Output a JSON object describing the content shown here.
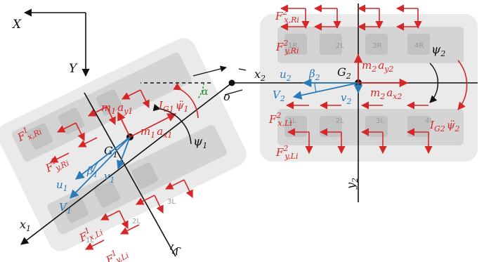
{
  "colors": {
    "force": "#d62728",
    "velocity": "#2a7ab8",
    "axis": "#111111",
    "angle_alpha": "#2e8b3a",
    "vehicle_body": "#cfcfcf"
  },
  "frame": {
    "x_axis": "X",
    "y_axis": "Y"
  },
  "unit1": {
    "center": "G",
    "center_sub": "1",
    "x_axis": "x",
    "x_axis_sub": "1",
    "y_axis": "y",
    "y_axis_sub": "1",
    "lon_velocity": "u",
    "lon_velocity_sub": "1",
    "lat_velocity": "v",
    "lat_velocity_sub": "1",
    "velocity": "V",
    "velocity_sub": "1",
    "slip_angle": "β",
    "slip_angle_sub": "1",
    "yaw_angle": "ψ",
    "yaw_angle_sub": "1",
    "inertia_moment": "I",
    "inertia_moment_sub": "G1",
    "inertia_moment_acc": "ψ̈",
    "inertia_moment_acc_sub": "1",
    "lat_inertia": "m",
    "lat_inertia_sub": "1",
    "lat_inertia_acc": "a",
    "lat_inertia_acc_sub": "y1",
    "lon_inertia": "m",
    "lon_inertia_sub": "1",
    "lon_inertia_acc": "a",
    "lon_inertia_acc_sub": "x1",
    "force_x_right": "F",
    "force_x_right_sup": "1",
    "force_x_right_sub": "x,Ri",
    "force_y_right": "F",
    "force_y_right_sup": "1",
    "force_y_right_sub": "y,Ri",
    "force_x_left": "F",
    "force_x_left_sup": "1",
    "force_x_left_sub": "x,Li",
    "force_y_left": "F",
    "force_y_left_sup": "1",
    "force_y_left_sub": "y,Li",
    "wheel_labels": [
      "1L",
      "2L",
      "3L"
    ]
  },
  "unit2": {
    "center": "G",
    "center_sub": "2",
    "x_axis": "x",
    "x_axis_sub": "2",
    "y_axis": "y",
    "y_axis_sub": "2",
    "lon_velocity": "u",
    "lon_velocity_sub": "2",
    "lat_velocity": "v",
    "lat_velocity_sub": "2",
    "velocity": "V",
    "velocity_sub": "2",
    "slip_angle": "β",
    "slip_angle_sub": "2",
    "yaw_angle": "ψ",
    "yaw_angle_sub": "2",
    "inertia_moment": "I",
    "inertia_moment_sub": "G2",
    "inertia_moment_acc": "ψ̈",
    "inertia_moment_acc_sub": "2",
    "lat_inertia": "m",
    "lat_inertia_sub": "2",
    "lat_inertia_acc": "a",
    "lat_inertia_acc_sub": "y2",
    "lon_inertia": "m",
    "lon_inertia_sub": "2",
    "lon_inertia_acc": "a",
    "lon_inertia_acc_sub": "x2",
    "force_x_right": "F",
    "force_x_right_sup": "2",
    "force_x_right_sub": "x,Ri",
    "force_y_right": "F",
    "force_y_right_sup": "2",
    "force_y_right_sub": "y,Ri",
    "force_x_left": "F",
    "force_x_left_sup": "2",
    "force_x_left_sub": "x,Li",
    "force_y_left": "F",
    "force_y_left_sup": "2",
    "force_y_left_sub": "y,Li",
    "wheel_labels_right": [
      "1R",
      "2L",
      "3R",
      "4R"
    ],
    "wheel_labels_left": [
      "1L",
      "2L",
      "3L",
      "4L"
    ]
  },
  "articulation": {
    "point": "o",
    "angle": "α"
  }
}
